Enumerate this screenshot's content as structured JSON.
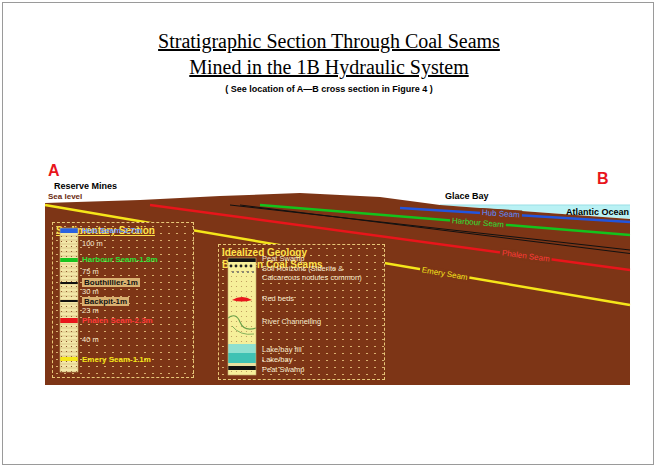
{
  "diagram": {
    "title": "Stratigraphic Section Through Coal Seams Mined in the 1B Hydraulic System",
    "nodes": [
      {
        "text": [
          "Sedimentary Section"
        ]
      },
      {
        "text": [
          "Idealized Geology Between Coal Seams"
        ]
      }
    ],
    "labels": [
      "( See location of A—B cross section in Figure 4 )",
      "A",
      "B",
      "Reserve Mines",
      "Glace Bay",
      "Atlantic Ocean",
      "Sea level",
      "Hub Seam",
      "Harbour Seam",
      "Phalen Seam",
      "Emery Seam",
      "Hub Seam-2.7m",
      "100 m",
      "Harbour Seam-1.8m",
      "75 m",
      "Bouthillier-1m",
      "30 m",
      "Backpit-1m",
      "23 m",
      "Phalen Seam-2.3m",
      "40 m",
      "Emery Seam-1.1m",
      "Peat Swamp",
      "Soil Horizons (Siderite & Calcareous nodules common)",
      "Red beds",
      "River Channelling",
      "Lake/bay fill",
      "Lake/bay",
      "Peat Swamp"
    ]
  }
}
